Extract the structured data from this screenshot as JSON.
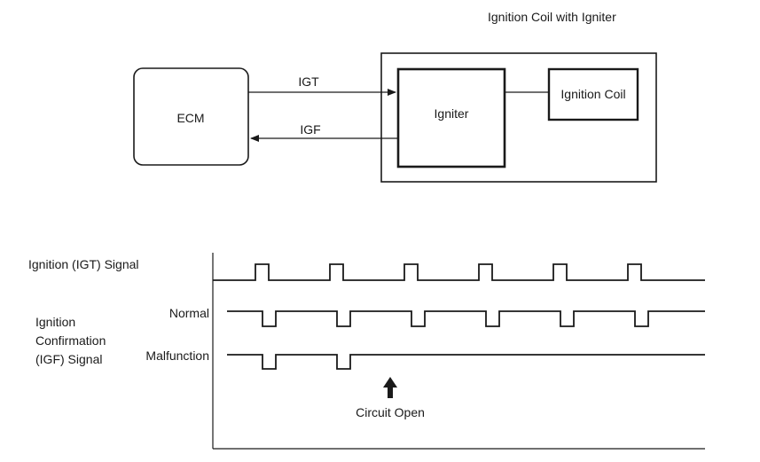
{
  "block_diagram": {
    "assembly_title": "Ignition Coil with Igniter",
    "ecm_label": "ECM",
    "igniter_label": "Igniter",
    "coil_label": "Ignition Coil",
    "igt_label": "IGT",
    "igf_label": "IGF"
  },
  "timing_diagram": {
    "igt_signal_label": "Ignition (IGT) Signal",
    "igf_label_lines": [
      "Ignition",
      "Confirmation",
      "(IGF) Signal"
    ],
    "normal_label": "Normal",
    "malfunction_label": "Malfunction",
    "circuit_open_label": "Circuit Open",
    "igt_pulse_count": 6,
    "igf_normal_pulse_count": 6,
    "igf_malfunction_pulse_count": 2
  }
}
